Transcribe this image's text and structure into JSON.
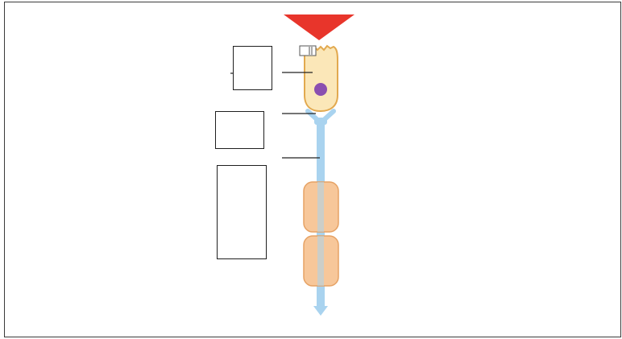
{
  "diagram": {
    "colors": {
      "stimulus_arrow": "#e8352b",
      "receptor_cell_fill": "#fbe7b8",
      "receptor_cell_outline": "#e2a94f",
      "nucleus": "#8b4fb0",
      "axon": "#a9d3ef",
      "myelin_fill": "#f7c79a",
      "myelin_outline": "#e6a264",
      "leader_line": "#222222"
    },
    "icons": {
      "stimulus": "down-arrow-icon"
    },
    "label_boxes": [
      {
        "id": "receptor",
        "text": ""
      },
      {
        "id": "synapse",
        "text": ""
      },
      {
        "id": "sensory-neuron",
        "text": ""
      }
    ]
  }
}
